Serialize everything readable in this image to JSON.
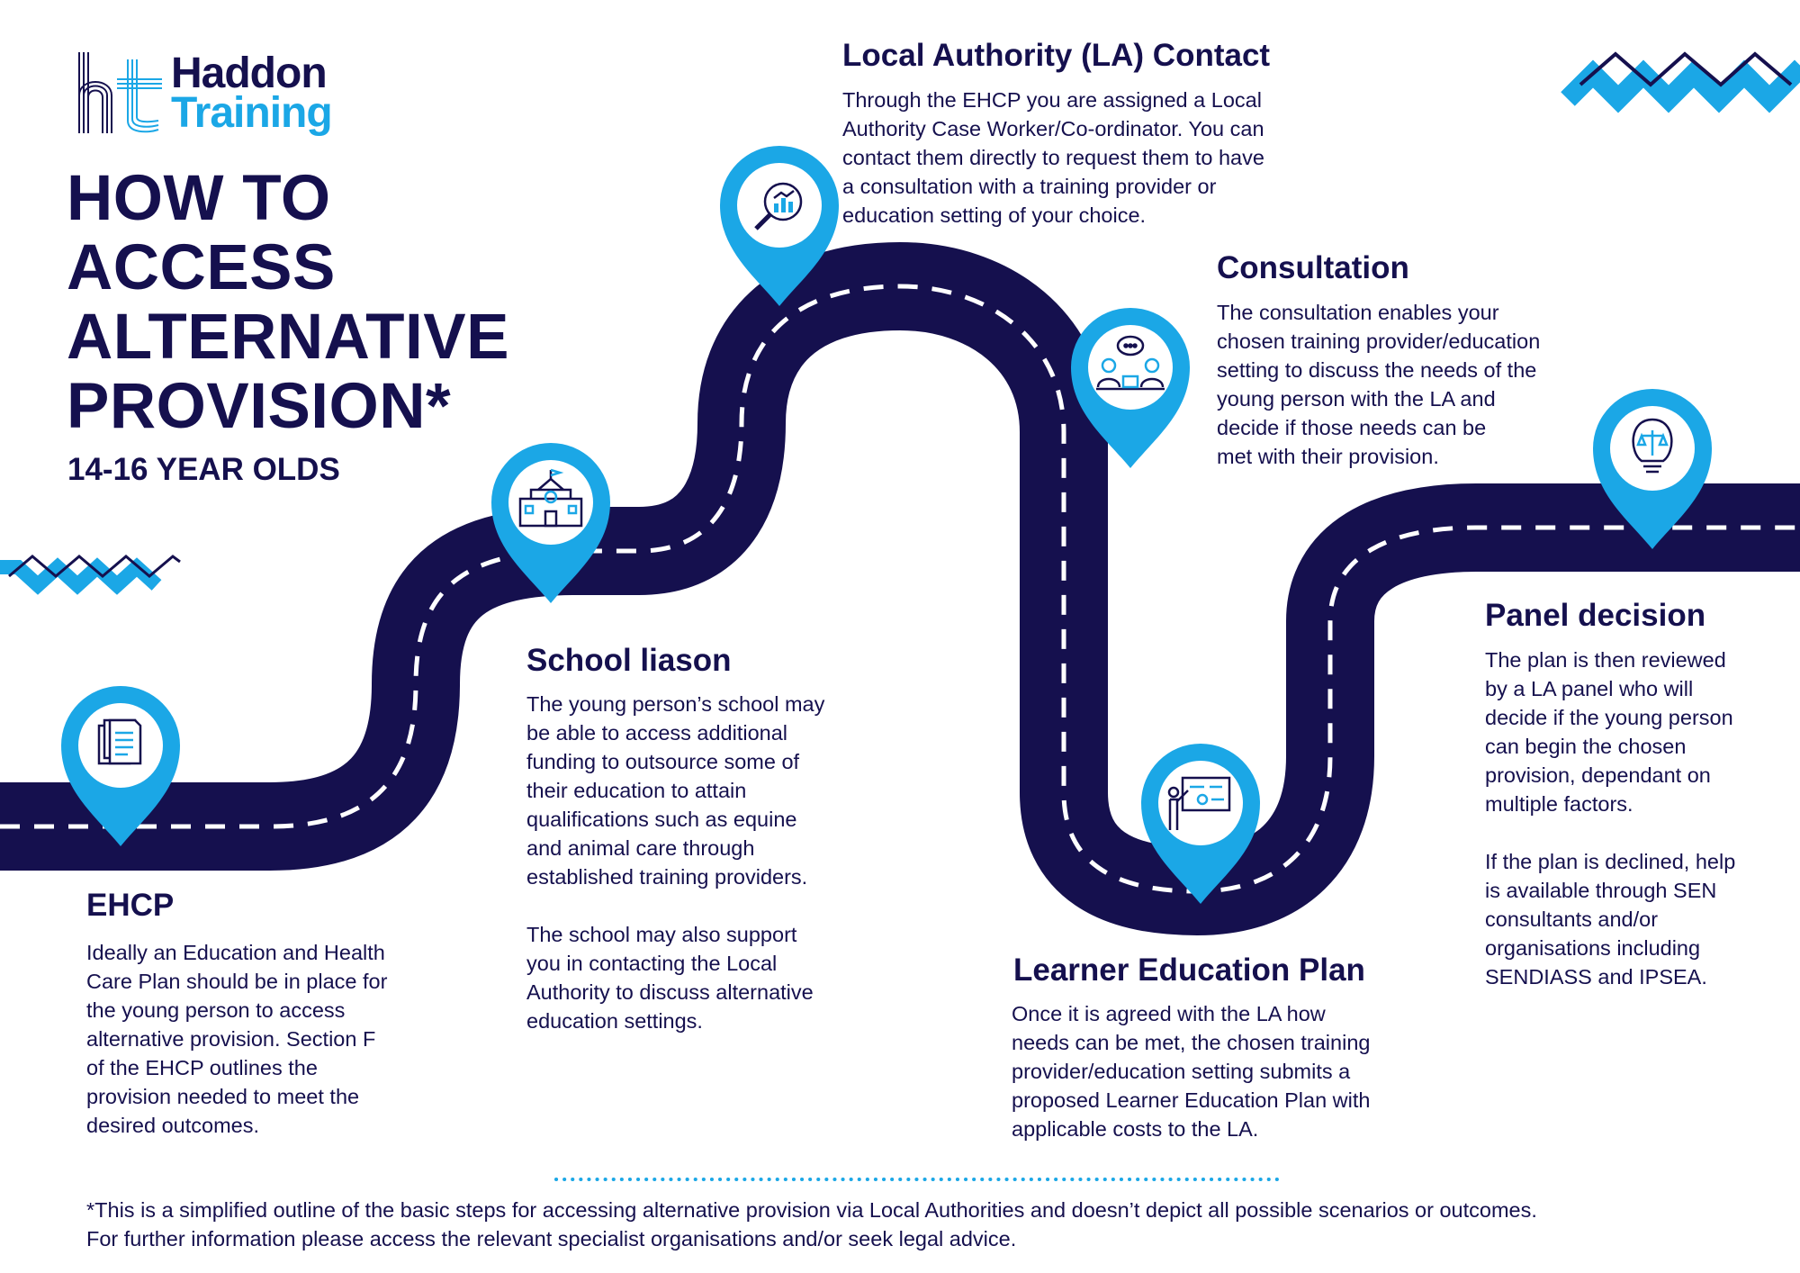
{
  "logo": {
    "line1": "Haddon",
    "line2": "Training"
  },
  "title": {
    "lines": [
      "HOW TO",
      "ACCESS",
      "ALTERNATIVE",
      "PROVISION*"
    ]
  },
  "subtitle": "14-16 YEAR OLDS",
  "colors": {
    "navy": "#15104e",
    "blue": "#1ba7e6",
    "white": "#ffffff"
  },
  "steps": {
    "ehcp": {
      "title": "EHCP",
      "body": "Ideally an Education and Health\nCare Plan should be in place for\nthe young person to access\nalternative provision. Section F\nof the EHCP outlines the\nprovision needed to meet the\ndesired outcomes.",
      "icon": "documents-icon"
    },
    "school": {
      "title": "School liason",
      "body": "The young person’s school may\nbe able to access additional\nfunding to outsource some of\ntheir education to attain\nqualifications such as equine\nand animal care through\nestablished training providers.\n\nThe school may also support\nyou in contacting the Local\nAuthority to discuss alternative\neducation settings.",
      "icon": "school-building-icon"
    },
    "la_contact": {
      "title": "Local Authority (LA) Contact",
      "body": "Through the EHCP you are assigned a Local\nAuthority Case Worker/Co-ordinator. You can\ncontact them directly to request them to have\na consultation with a training provider or\neducation setting of your choice.",
      "icon": "magnifier-chart-icon"
    },
    "consultation": {
      "title": "Consultation",
      "body": "The consultation enables your\nchosen training provider/education\nsetting to discuss the needs of the\nyoung person with the LA and\ndecide if those needs can be\nmet with their provision.",
      "icon": "meeting-icon"
    },
    "lep": {
      "title": "Learner Education Plan",
      "body": "Once it is agreed with the LA how\nneeds can be met, the chosen training\nprovider/education setting submits a\nproposed Learner Education Plan with\napplicable costs to the LA.",
      "icon": "presentation-board-icon"
    },
    "panel": {
      "title": "Panel decision",
      "body": "The plan is then reviewed\nby a LA panel who will\ndecide if the young person\ncan begin the chosen\nprovision, dependant on\nmultiple factors.\n\nIf the plan is declined, help\nis available through SEN\nconsultants and/or\norganisations including\nSENDIASS and IPSEA.",
      "icon": "lightbulb-scales-icon"
    }
  },
  "footnote": "*This is a simplified outline of the basic steps for accessing alternative provision via Local Authorities and doesn’t depict all possible scenarios or outcomes.\nFor further information please access the relevant specialist organisations and/or seek legal advice."
}
